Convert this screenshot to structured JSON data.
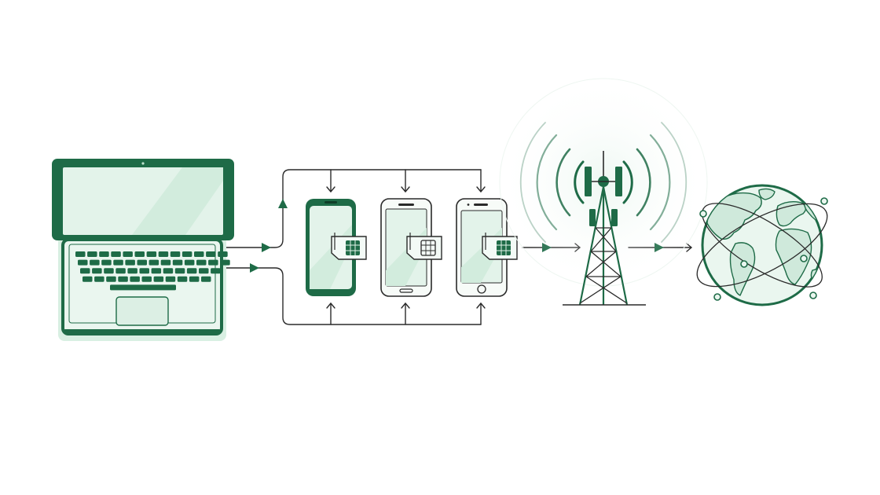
{
  "diagram": {
    "nodes": [
      {
        "id": "laptop",
        "icon": "laptop-icon"
      },
      {
        "id": "phone-1",
        "icon": "smartphone-icon"
      },
      {
        "id": "phone-2",
        "icon": "smartphone-icon"
      },
      {
        "id": "phone-3",
        "icon": "smartphone-icon"
      },
      {
        "id": "tower",
        "icon": "cell-tower-icon"
      },
      {
        "id": "globe",
        "icon": "globe-icon"
      }
    ],
    "accessories": [
      {
        "attached_to": "phone-1",
        "icon": "sim-card-icon"
      },
      {
        "attached_to": "phone-2",
        "icon": "sim-card-icon"
      },
      {
        "attached_to": "phone-3",
        "icon": "sim-card-icon"
      }
    ],
    "edges": [
      {
        "from": "laptop",
        "to": "phone-1"
      },
      {
        "from": "laptop",
        "to": "phone-2"
      },
      {
        "from": "laptop",
        "to": "phone-3"
      },
      {
        "from": "phone-3",
        "to": "tower"
      },
      {
        "from": "tower",
        "to": "globe"
      }
    ]
  },
  "colors": {
    "accent": "#1e6b47",
    "accent_light": "#e3f3ea",
    "accent_mid": "#c8e8d6",
    "line": "#2a2a2a",
    "background": "#ffffff"
  }
}
